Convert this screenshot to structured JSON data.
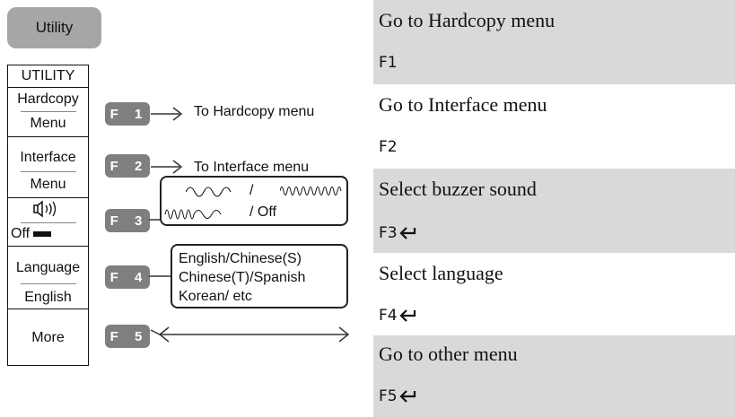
{
  "utility_key": {
    "label": "Utility"
  },
  "menu": {
    "title": "UTILITY",
    "hardcopy": {
      "top": "Hardcopy",
      "bottom": "Menu"
    },
    "interface": {
      "top": "Interface",
      "bottom": "Menu"
    },
    "buzzer": {
      "icon": "speaker-icon",
      "bottom": "Off"
    },
    "language": {
      "top": "Language",
      "bottom": "English"
    },
    "more": "More"
  },
  "fkeys": {
    "f1": {
      "label": "F 1",
      "action": "To Hardcopy menu"
    },
    "f2": {
      "label": "F 2",
      "action": "To Interface menu"
    },
    "f3": {
      "label": "F 3",
      "sep1": "/",
      "sep2": "/ Off"
    },
    "f4": {
      "label": "F 4",
      "lines": [
        "English/Chinese(S)",
        "Chinese(T)/Spanish",
        "Korean/ etc"
      ]
    },
    "f5": {
      "label": "F 5"
    }
  },
  "table": {
    "rows": [
      {
        "text": "Go to Hardcopy menu",
        "key": "F1"
      },
      {
        "text": "Go to Interface menu",
        "key": "F2"
      },
      {
        "text": "Select buzzer sound",
        "key": "F3",
        "icon": "return-arrow-icon"
      },
      {
        "text": "Select language",
        "key": "F4",
        "icon": "return-arrow-icon"
      },
      {
        "text": "Go to other menu",
        "key": "F5",
        "icon": "return-arrow-icon"
      }
    ]
  },
  "colors": {
    "shade": "#d9d9d9",
    "fkey": "#7f7f7f",
    "utility": "#a6a6a6"
  }
}
